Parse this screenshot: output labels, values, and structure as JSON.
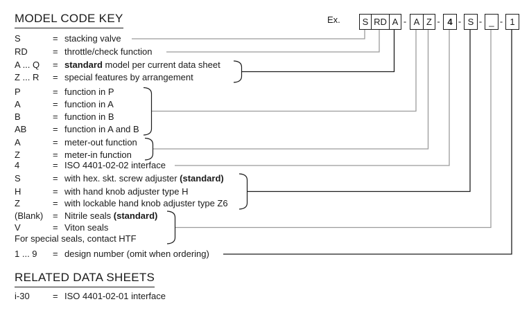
{
  "key": {
    "title": "MODEL CODE KEY",
    "example_label": "Ex.",
    "separator": "-",
    "example_groups": [
      {
        "cells": [
          {
            "text": "S"
          },
          {
            "text": "RD"
          },
          {
            "text": "A"
          }
        ]
      },
      {
        "cells": [
          {
            "text": "A"
          },
          {
            "text": "Z"
          }
        ]
      },
      {
        "cells": [
          {
            "text": "4",
            "bold": true
          }
        ]
      },
      {
        "cells": [
          {
            "text": "S"
          }
        ]
      },
      {
        "cells": [
          {
            "text": "_"
          }
        ]
      },
      {
        "cells": [
          {
            "text": "1"
          }
        ]
      }
    ],
    "rows": [
      {
        "code": "S",
        "eq": "=",
        "desc_pre": "stacking valve"
      },
      {
        "code": "RD",
        "eq": "=",
        "desc_pre": "throttle/check function"
      },
      {
        "code": "A ... Q",
        "eq": "=",
        "desc_pre": "",
        "desc_bold": "standard",
        "desc_post": " model per current data sheet"
      },
      {
        "code": "Z ... R",
        "eq": "=",
        "desc_pre": "special features by arrangement"
      },
      {
        "code": "P",
        "eq": "=",
        "desc_pre": "function in P"
      },
      {
        "code": "A",
        "eq": "=",
        "desc_pre": "function in A"
      },
      {
        "code": "B",
        "eq": "=",
        "desc_pre": "function in B"
      },
      {
        "code": "AB",
        "eq": "=",
        "desc_pre": "function in A and B"
      },
      {
        "code": "A",
        "eq": "=",
        "desc_pre": "meter-out function"
      },
      {
        "code": "Z",
        "eq": "=",
        "desc_pre": "meter-in function"
      },
      {
        "code": "4",
        "eq": "=",
        "desc_pre": "ISO 4401-02-02 interface"
      },
      {
        "code": "S",
        "eq": "=",
        "desc_pre": "with hex. skt. screw adjuster ",
        "desc_bold": "(standard)",
        "desc_post": ""
      },
      {
        "code": "H",
        "eq": "=",
        "desc_pre": "with hand knob adjuster type H"
      },
      {
        "code": "Z",
        "eq": "=",
        "desc_pre": "with lockable hand knob adjuster type Z6"
      },
      {
        "code": "(Blank)",
        "eq": "=",
        "desc_pre": "Nitrile seals ",
        "desc_bold": "(standard)",
        "desc_post": ""
      },
      {
        "code": "V",
        "eq": "=",
        "desc_pre": "Viton seals"
      },
      {
        "code": "",
        "eq": "",
        "desc_pre": "For special seals, contact HTF"
      },
      {
        "code": "1 ... 9",
        "eq": "=",
        "desc_pre": "design number (omit when ordering)"
      }
    ]
  },
  "related": {
    "title": "RELATED DATA SHEETS",
    "rows": [
      {
        "code": "i-30",
        "eq": "=",
        "desc_pre": "ISO 4401-02-01 interface"
      }
    ]
  },
  "colors": {
    "line_gray": "#9b9b9b",
    "line_black": "#1c1c1c",
    "bracket": "#1a1a1a",
    "text": "#1a1a1a"
  }
}
